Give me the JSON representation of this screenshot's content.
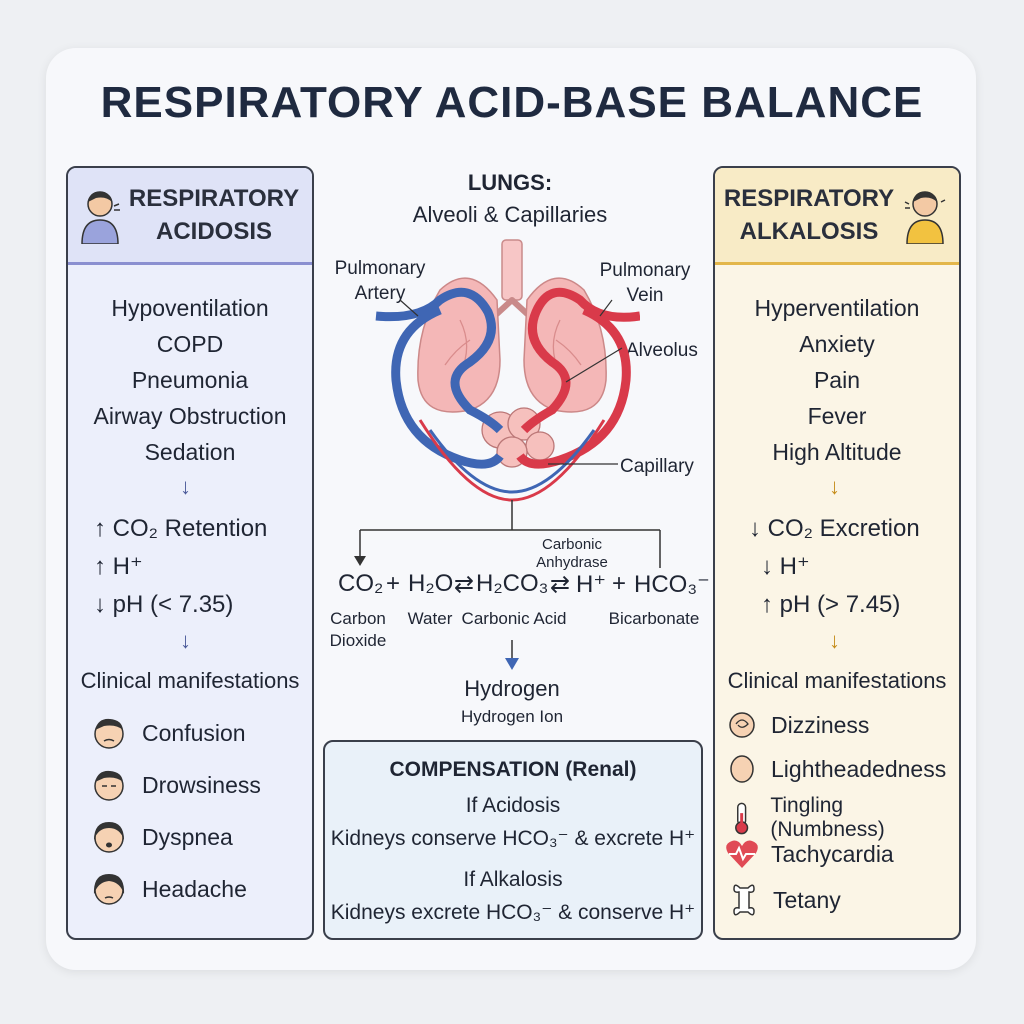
{
  "title": "RESPIRATORY ACID-BASE BALANCE",
  "acidosis": {
    "title_line1": "RESPIRATORY",
    "title_line2": "ACIDOSIS",
    "causes": [
      "Hypoventilation",
      "COPD",
      "Pneumonia",
      "Airway Obstruction",
      "Sedation"
    ],
    "co2": "↑ CO₂ Retention",
    "h": "↑ H⁺",
    "ph": "↓ pH (< 7.35)",
    "clinical": "Clinical manifestations",
    "symptoms": [
      "Confusion",
      "Drowsiness",
      "Dyspnea",
      "Headache"
    ]
  },
  "alkalosis": {
    "title_line1": "RESPIRATORY",
    "title_line2": "ALKALOSIS",
    "causes": [
      "Hyperventilation",
      "Anxiety",
      "Pain",
      "Fever",
      "High Altitude"
    ],
    "co2": "↓ CO₂ Excretion",
    "h": "↓ H⁺",
    "ph": "↑ pH (> 7.45)",
    "clinical": "Clinical manifestations",
    "symptoms": [
      "Dizziness",
      "Lightheadedness",
      "Tingling (Numbness)",
      "Tachycardia",
      "Tetany"
    ]
  },
  "lungs": {
    "title": "LUNGS:",
    "subtitle": "Alveoli & Capillaries",
    "pulmonary_artery": "Pulmonary Artery",
    "pulmonary_vein": "Pulmonary Vein",
    "alveolus": "Alveolus",
    "capillary": "Capillary"
  },
  "equation": {
    "enzyme": "Carbonic Anhydrase",
    "co2": "CO₂",
    "plus1": "+",
    "h2o": "H₂O",
    "arrow1": "⇄",
    "h2co3": "H₂CO₃",
    "arrow2": "⇄",
    "h": "H⁺",
    "plus2": "+",
    "hco3": "HCO₃⁻",
    "lbl_co2": "Carbon Dioxide",
    "lbl_water": "Water",
    "lbl_acid": "Carbonic Acid",
    "lbl_bicarb": "Bicarbonate",
    "hydrogen": "Hydrogen",
    "hydrogen_ion": "Hydrogen Ion"
  },
  "compensation": {
    "title": "COMPENSATION (Renal)",
    "if_acidosis": "If Acidosis",
    "acidosis_text": "Kidneys conserve HCO₃⁻ & excrete H⁺",
    "if_alkalosis": "If Alkalosis",
    "alkalosis_text": "Kidneys excrete HCO₃⁻ & conserve H⁺"
  },
  "colors": {
    "artery": "#d93a4a",
    "vein": "#3f66b4",
    "lung": "#f4b7b7",
    "acid_accent": "#8a8fd0",
    "alk_accent": "#e3b64a"
  }
}
